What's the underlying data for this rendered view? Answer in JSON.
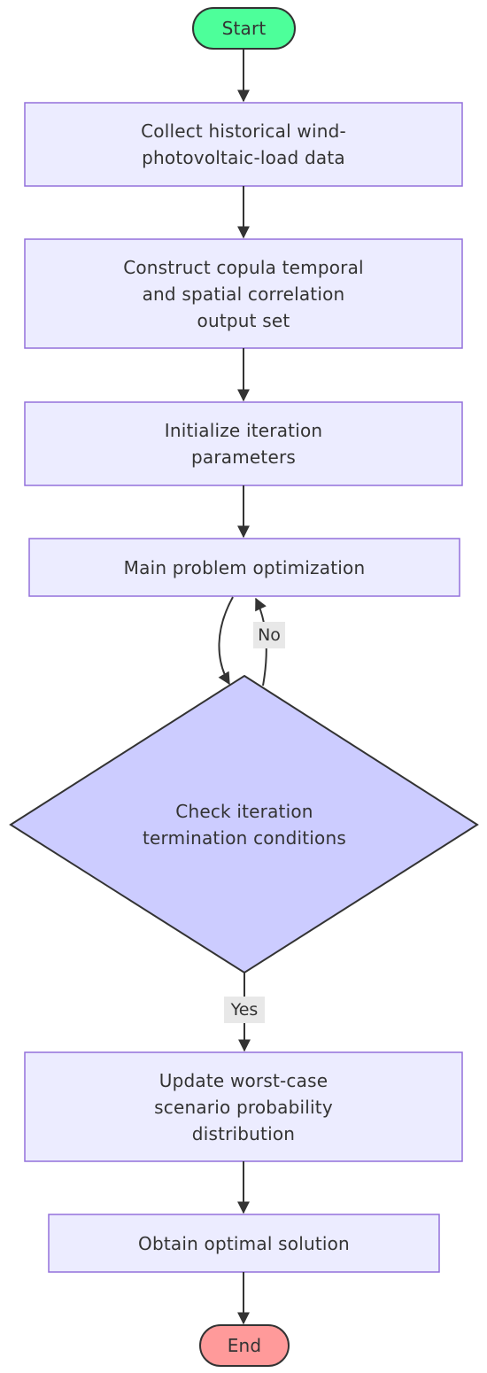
{
  "colors": {
    "start_fill": "#4dff9a",
    "end_fill": "#ff9a9a",
    "process_fill": "#ececff",
    "process_border": "#9370db",
    "decision_fill": "#ccccff",
    "decision_border": "#333333",
    "edge": "#333333",
    "label_bg": "#e8e8e8"
  },
  "nodes": {
    "start": "Start",
    "collect": "Collect historical wind-\nphotovoltaic-load data",
    "construct": "Construct copula temporal\nand spatial correlation\noutput set",
    "initialize": "Initialize iteration\nparameters",
    "main": "Main problem optimization",
    "check": "Check iteration\ntermination conditions",
    "update": "Update worst-case\nscenario probability\ndistribution",
    "obtain": "Obtain optimal solution",
    "end": "End"
  },
  "edges": {
    "no_label": "No",
    "yes_label": "Yes"
  }
}
